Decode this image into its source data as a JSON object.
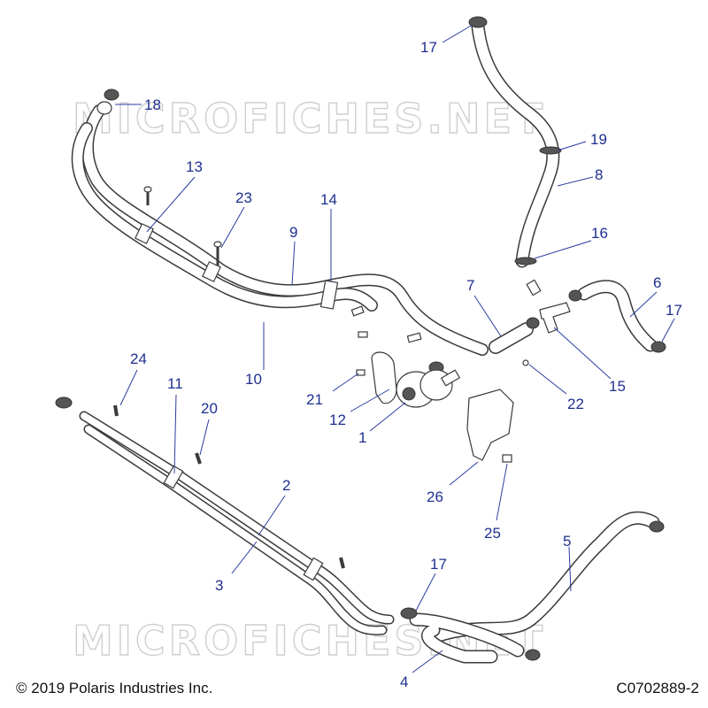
{
  "watermark": "MICROFICHES.NET",
  "copyright": "© 2019 Polaris Industries Inc.",
  "drawing_code": "C0702889-2",
  "callouts": {
    "c1": "1",
    "c2": "2",
    "c3": "3",
    "c4": "4",
    "c5": "5",
    "c6": "6",
    "c7": "7",
    "c8": "8",
    "c9": "9",
    "c10": "10",
    "c11": "11",
    "c12": "12",
    "c13": "13",
    "c14": "14",
    "c15": "15",
    "c16": "16",
    "c17a": "17",
    "c17b": "17",
    "c17c": "17",
    "c18": "18",
    "c19": "19",
    "c20": "20",
    "c21": "21",
    "c22": "22",
    "c23": "23",
    "c24": "24",
    "c25": "25",
    "c26": "26"
  },
  "colors": {
    "callout": "#1f2f8f",
    "line": "#3a3a3a",
    "watermark": "#cfcfcf"
  }
}
